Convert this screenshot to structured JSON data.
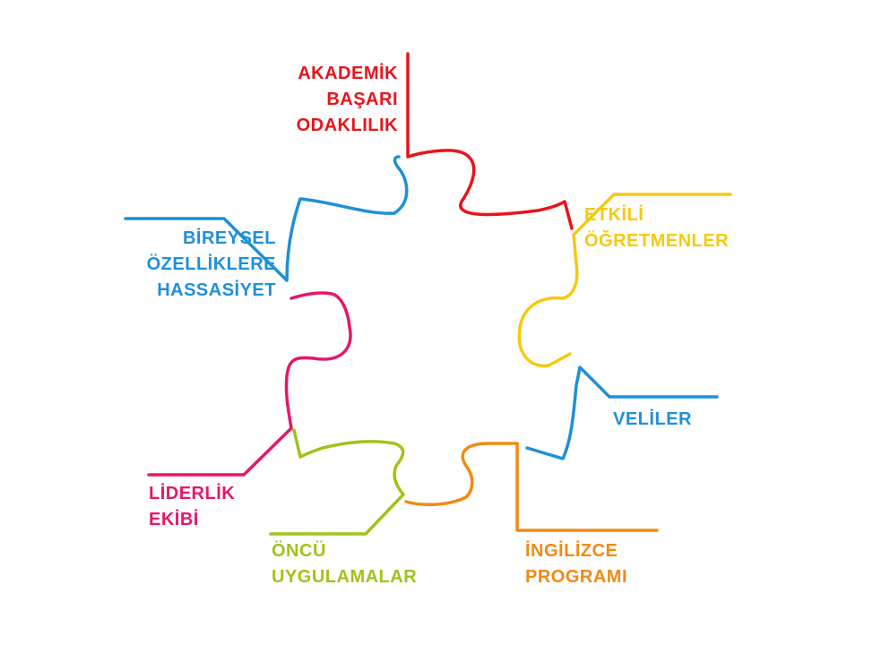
{
  "colors": {
    "red": "#e8141b",
    "yellow": "#f7c90d",
    "blue": "#1e90d8",
    "magenta": "#e5176a",
    "green": "#9fc31a",
    "orange": "#f28a13"
  },
  "labels": {
    "akademik": [
      "AKADEMİK",
      "BAŞARI",
      "ODAKLILIK"
    ],
    "etkili": [
      "ETKİLİ",
      "ÖĞRETMENLER"
    ],
    "bireysel": [
      "BİREYSEL",
      "ÖZELLİKLERE",
      "HASSASİYET"
    ],
    "veliler": [
      "VELİLER"
    ],
    "liderlik": [
      "LİDERLİK",
      "EKİBİ"
    ],
    "oncu": [
      "ÖNCÜ",
      "UYGULAMALAR"
    ],
    "ingilizce": [
      "İNGİLİZCE",
      "PROGRAMI"
    ]
  }
}
